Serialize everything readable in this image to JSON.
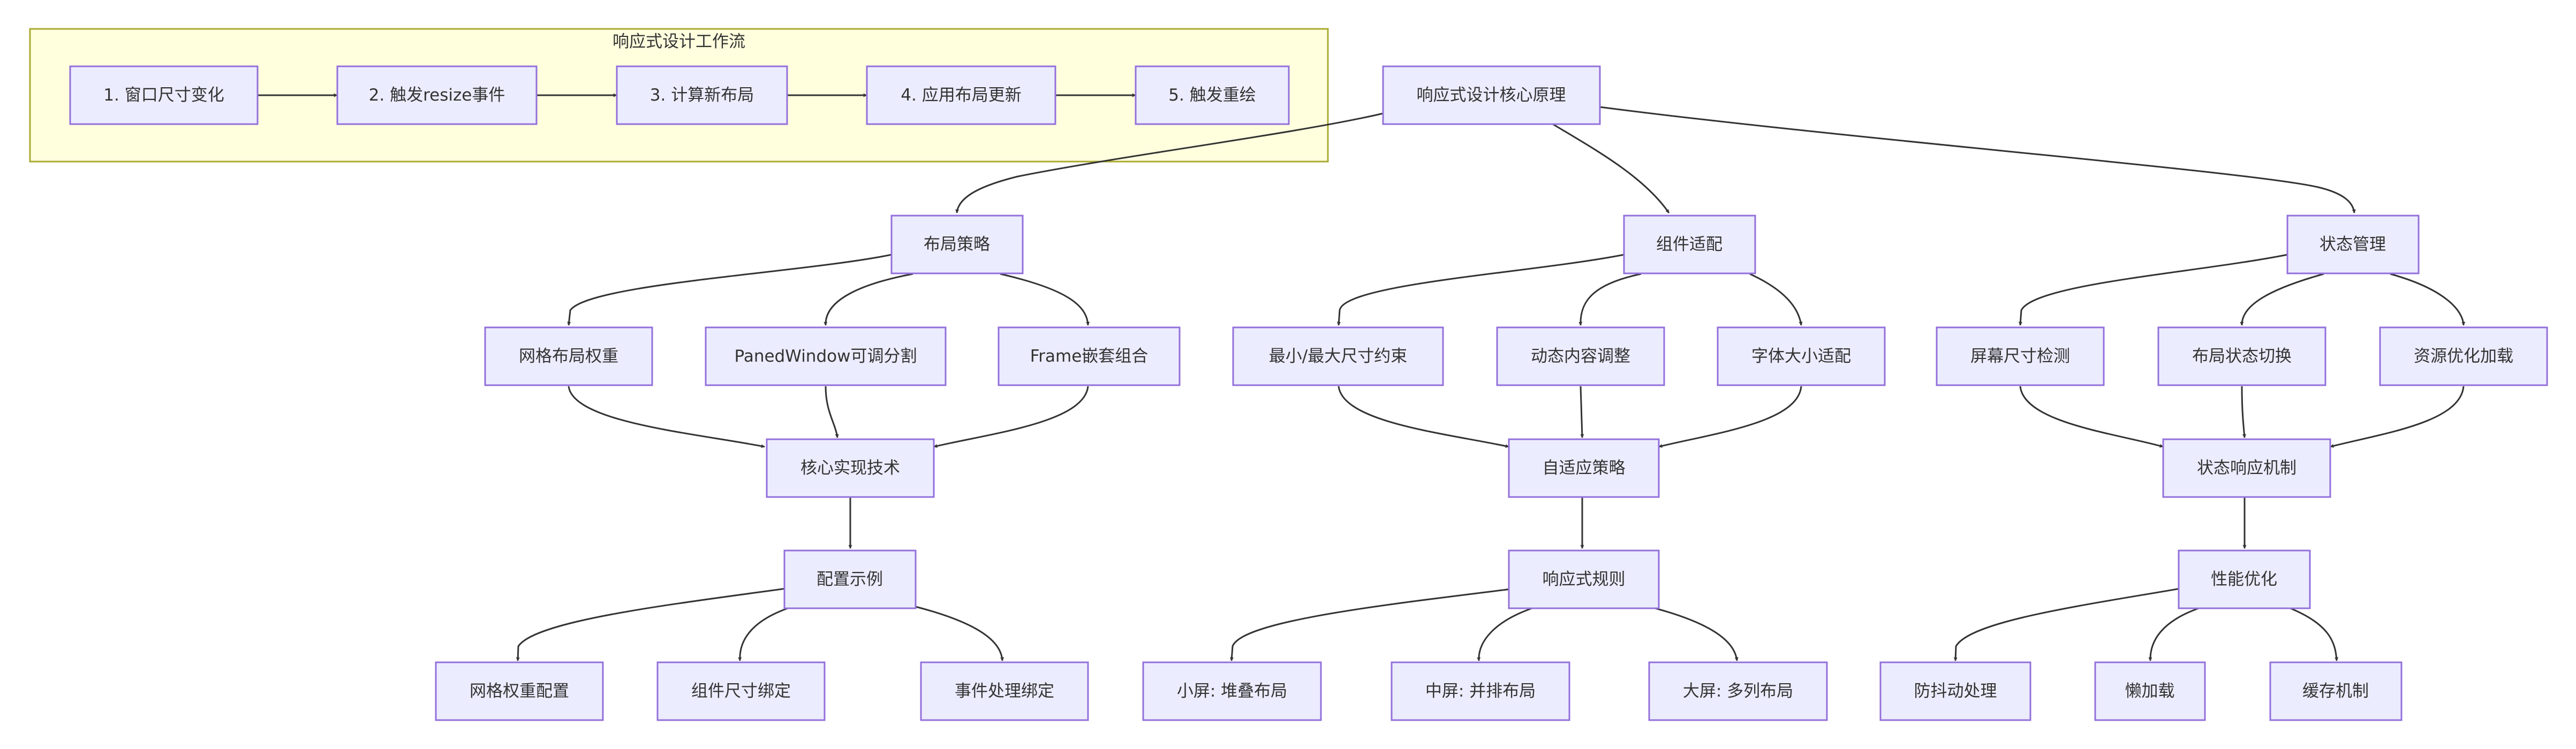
{
  "cluster": {
    "label": "响应式设计工作流"
  },
  "nodes": {
    "w1": "1. 窗口尺寸变化",
    "w2": "2. 触发resize事件",
    "w3": "3. 计算新布局",
    "w4": "4. 应用布局更新",
    "w5": "5. 触发重绘",
    "root": "响应式设计核心原理",
    "layout": "布局策略",
    "component": "组件适配",
    "state": "状态管理",
    "grid_weight": "网格布局权重",
    "paned": "PanedWindow可调分割",
    "frame_nest": "Frame嵌套组合",
    "minmax": "最小/最大尺寸约束",
    "dynamic": "动态内容调整",
    "font": "字体大小适配",
    "screen_detect": "屏幕尺寸检测",
    "layout_switch": "布局状态切换",
    "resource": "资源优化加载",
    "core_tech": "核心实现技术",
    "adaptive": "自适应策略",
    "state_resp": "状态响应机制",
    "config": "配置示例",
    "rules": "响应式规则",
    "perf": "性能优化",
    "grid_config": "网格权重配置",
    "size_bind": "组件尺寸绑定",
    "event_bind": "事件处理绑定",
    "small": "小屏: 堆叠布局",
    "medium": "中屏: 并排布局",
    "large": "大屏: 多列布局",
    "debounce": "防抖动处理",
    "lazy": "懒加载",
    "cache": "缓存机制"
  },
  "colors": {
    "node_fill": "#ececff",
    "node_stroke": "#9370db",
    "cluster_fill": "#ffffde",
    "cluster_stroke": "#aaaa33",
    "edge": "#333333",
    "text": "#333333"
  }
}
